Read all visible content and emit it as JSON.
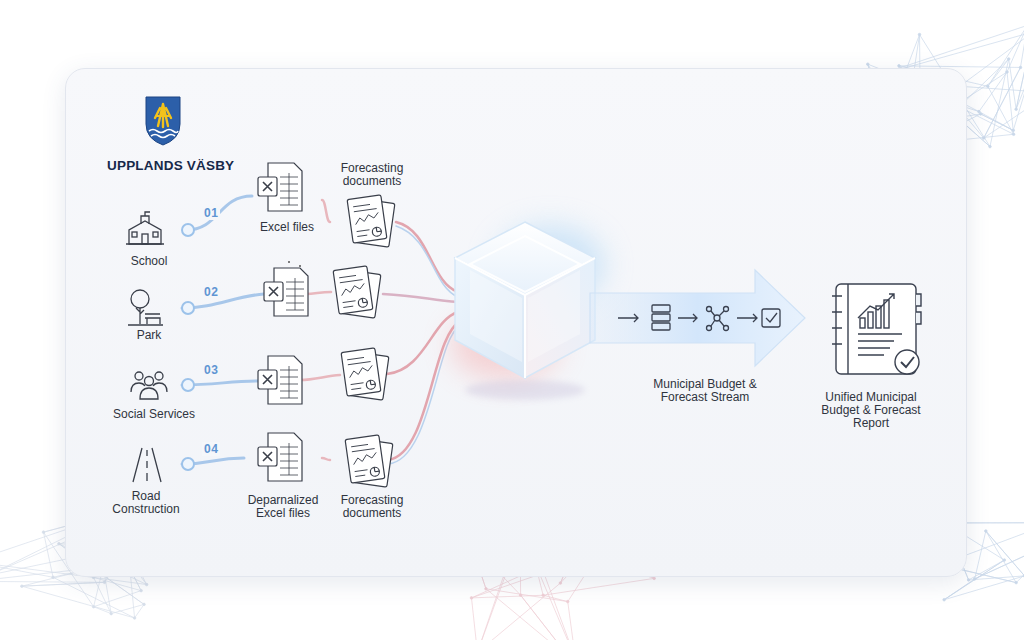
{
  "diagram": {
    "title": "UPPLANDS VÄSBY",
    "nodes": [
      {
        "text": [
          "School"
        ]
      },
      {
        "text": [
          "Park"
        ]
      },
      {
        "text": [
          "Social Services"
        ]
      },
      {
        "text": [
          "Road Construction"
        ]
      },
      {
        "text": [
          "Excel files"
        ]
      },
      {
        "text": [
          "Forecasting documents"
        ]
      },
      {
        "text": [
          "Deparnalized Excel files"
        ]
      },
      {
        "text": [
          "Forecasting documents"
        ]
      },
      {
        "text": [
          "Municipal Budget & Forecast Stream"
        ]
      },
      {
        "text": [
          "Unified Municipal Budget & Forecast Report"
        ]
      }
    ],
    "edges": [
      {
        "from": 0,
        "to": 4,
        "label": "01",
        "arrow": "none"
      },
      {
        "from": 4,
        "to": 5,
        "arrow": "none"
      },
      {
        "from": 3,
        "to": 6,
        "label": "04",
        "arrow": "none"
      },
      {
        "from": 6,
        "to": 7,
        "arrow": "none"
      }
    ],
    "labels": [
      "02",
      "03"
    ]
  }
}
